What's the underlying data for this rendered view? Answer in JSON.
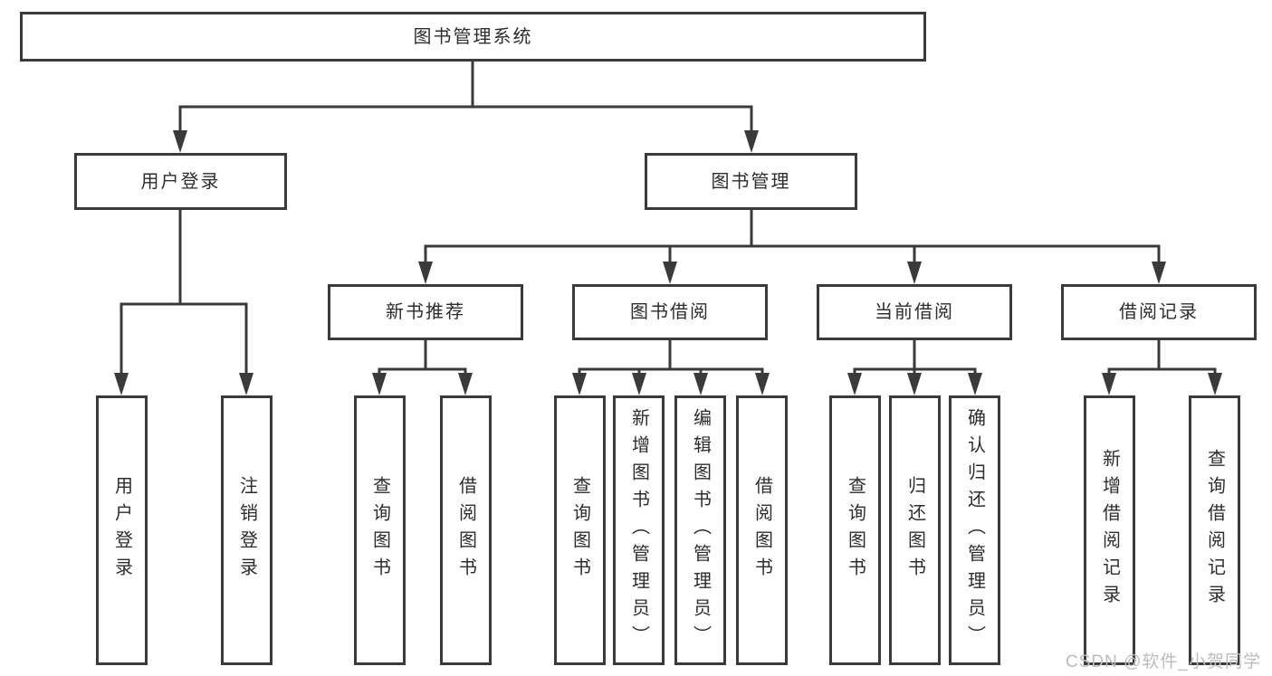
{
  "nodes": {
    "root": "图书管理系统",
    "level2": [
      "用户登录",
      "图书管理"
    ],
    "level3": [
      "新书推荐",
      "图书借阅",
      "当前借阅",
      "借阅记录"
    ],
    "leaves": {
      "login": [
        "用户登录",
        "注销登录"
      ],
      "new_book": [
        "查询图书",
        "借阅图书"
      ],
      "book_borrow": [
        "查询图书",
        "新增图书（管理员）",
        "编辑图书（管理员）",
        "借阅图书"
      ],
      "current_borrow": [
        "查询图书",
        "归还图书",
        "确认归还（管理员）"
      ],
      "borrow_records": [
        "新增借阅记录",
        "查询借阅记录"
      ]
    }
  },
  "watermark": "CSDN @软件_小贺同学",
  "colors": {
    "line": "#3a3a3a",
    "text": "#2d2d2d",
    "watermark": "#bcbcbc",
    "background": "#ffffff"
  }
}
